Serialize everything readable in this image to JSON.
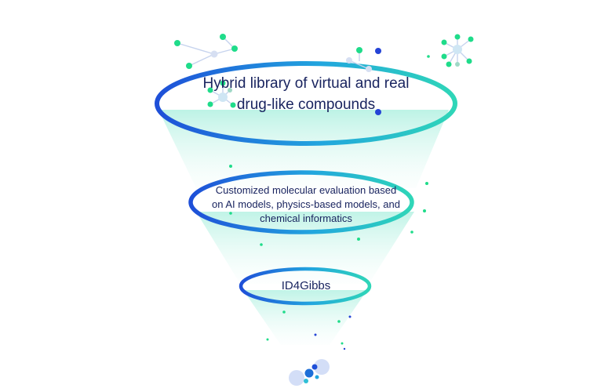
{
  "funnel": {
    "stage_top": "Hybrid library of virtual and real drug-like compounds",
    "stage_middle": "Customized molecular evaluation based on AI models, physics-based models, and chemical informatics",
    "stage_bottom": "ID4Gibbs"
  },
  "colors": {
    "ring_blue": "#1e4fd8",
    "ring_teal": "#2fd6b8",
    "funnel_fill": "#c9f5ec",
    "dot_green": "#1fdc8a",
    "dot_blue": "#2444d6",
    "text_navy": "#1a2560"
  },
  "decorations": {
    "molecule_icons": [
      "molecule-icon",
      "molecule-icon",
      "molecule-icon",
      "molecule-icon",
      "molecule-icon"
    ],
    "output_icon": "target-molecule-icon"
  }
}
